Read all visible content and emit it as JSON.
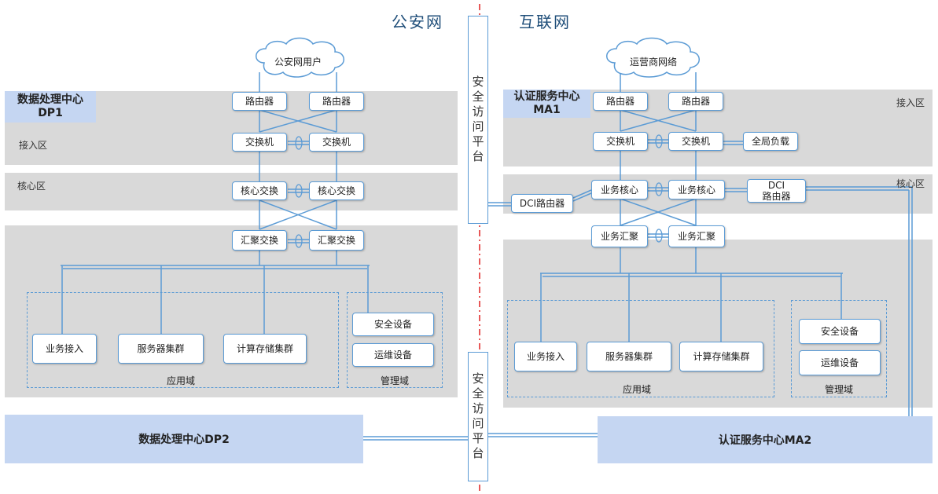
{
  "titles": {
    "left_net": "公安网",
    "right_net": "互联网"
  },
  "clouds": {
    "left": "公安网用户",
    "right": "运营商网络"
  },
  "left": {
    "center_name": "数据处理中心\nDP1",
    "zones": {
      "access": "接入区",
      "core": "核心区"
    },
    "nodes": {
      "router_a": "路由器",
      "router_b": "路由器",
      "switch_a": "交换机",
      "switch_b": "交换机",
      "core_a": "核心交换",
      "core_b": "核心交换",
      "agg_a": "汇聚交换",
      "agg_b": "汇聚交换",
      "biz_access": "业务接入",
      "server_cluster": "服务器集群",
      "compute_storage": "计算存储集群",
      "security": "安全设备",
      "ops": "运维设备"
    },
    "app_domain": "应用域",
    "mgmt_domain": "管理域",
    "dp2": "数据处理中心DP2"
  },
  "right": {
    "center_name": "认证服务中心\nMA1",
    "zones": {
      "access": "接入区",
      "core": "核心区"
    },
    "nodes": {
      "router_a": "路由器",
      "router_b": "路由器",
      "switch_a": "交换机",
      "switch_b": "交换机",
      "global_lb": "全局负载",
      "dci_router_left": "DCI路由器",
      "biz_core_a": "业务核心",
      "biz_core_b": "业务核心",
      "dci_router_right": "DCI\n路由器",
      "biz_agg_a": "业务汇聚",
      "biz_agg_b": "业务汇聚",
      "biz_access": "业务接入",
      "server_cluster": "服务器集群",
      "compute_storage": "计算存储集群",
      "security": "安全设备",
      "ops": "运维设备"
    },
    "app_domain": "应用域",
    "mgmt_domain": "管理域",
    "ma2": "认证服务中心MA2"
  },
  "platforms": {
    "top": "安全访问平台",
    "bottom": "安全访问平台"
  },
  "colors": {
    "line": "#5b9bd5",
    "band": "#d9d9d9",
    "label_fill": "#c5d6f2",
    "divider": "#e02020"
  }
}
